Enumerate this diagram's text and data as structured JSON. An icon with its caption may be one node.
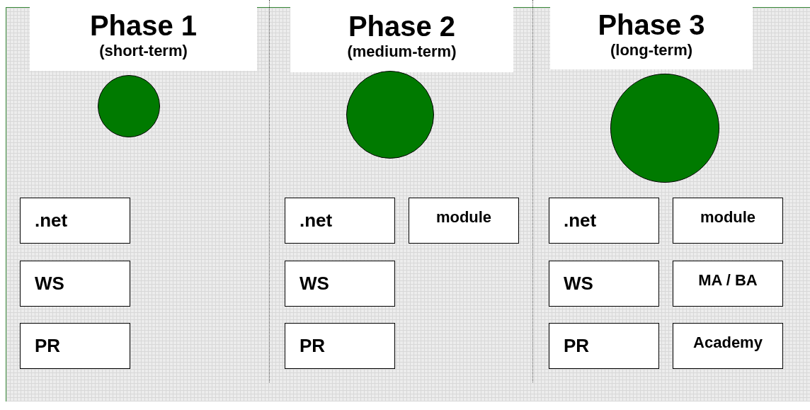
{
  "diagram": {
    "nodes": [
      {
        "text": [
          "Phase 1",
          "(short-term)"
        ]
      },
      {
        "text": [
          "Phase 2",
          "(medium-term)"
        ]
      },
      {
        "text": [
          "Phase 3",
          "(long-term)"
        ]
      },
      {
        "text": [],
        "shape": "circle"
      },
      {
        "text": [],
        "shape": "circle"
      },
      {
        "text": [],
        "shape": "circle"
      },
      {
        "text": [
          ".net"
        ]
      },
      {
        "text": [
          "WS"
        ]
      },
      {
        "text": [
          "PR"
        ]
      },
      {
        "text": [
          ".net"
        ]
      },
      {
        "text": [
          "module"
        ]
      },
      {
        "text": [
          "WS"
        ]
      },
      {
        "text": [
          "PR"
        ]
      },
      {
        "text": [
          ".net"
        ]
      },
      {
        "text": [
          "module"
        ]
      },
      {
        "text": [
          "WS"
        ]
      },
      {
        "text": [
          "MA / BA"
        ]
      },
      {
        "text": [
          "PR"
        ]
      },
      {
        "text": [
          "Academy"
        ]
      }
    ]
  }
}
